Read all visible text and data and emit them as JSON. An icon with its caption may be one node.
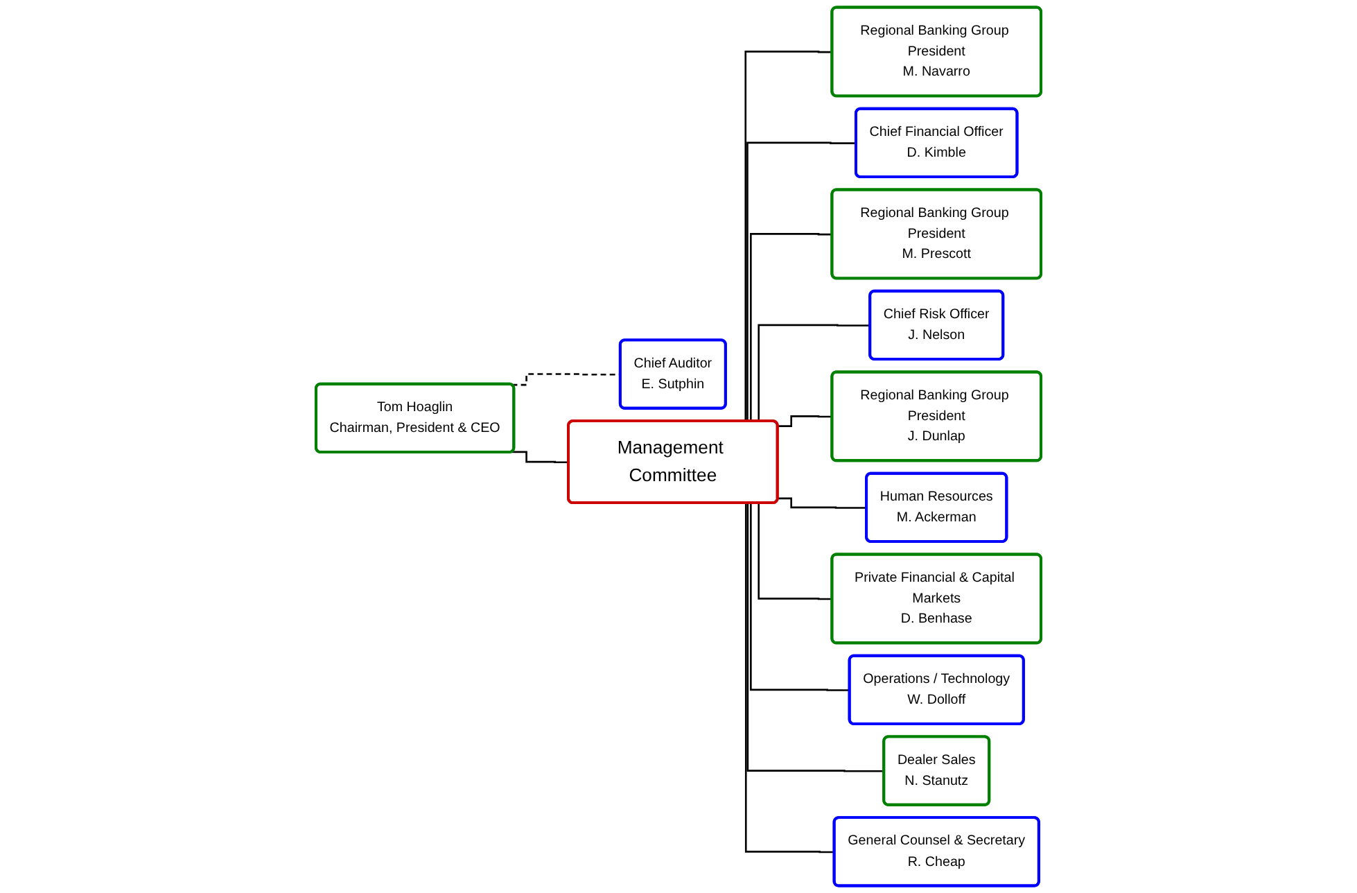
{
  "diagram": {
    "nodes": [
      {
        "text": [
          "Tom Hoaglin",
          "Chairman, President & CEO"
        ]
      },
      {
        "text": [
          "Chief Auditor",
          "E. Sutphin"
        ]
      },
      {
        "text": [
          "Management Committee"
        ]
      },
      {
        "text": [
          "Regional Banking Group President",
          "M. Navarro"
        ]
      },
      {
        "text": [
          "Chief Financial Officer",
          "D. Kimble"
        ]
      },
      {
        "text": [
          "Regional Banking Group President",
          "M. Prescott"
        ]
      },
      {
        "text": [
          "Chief Risk Officer",
          "J. Nelson"
        ]
      },
      {
        "text": [
          "Regional Banking Group President",
          "J. Dunlap"
        ]
      },
      {
        "text": [
          "Human Resources",
          "M. Ackerman"
        ]
      },
      {
        "text": [
          "Private Financial & Capital Markets",
          "D. Benhase"
        ]
      },
      {
        "text": [
          "Operations / Technology",
          "W. Dolloff"
        ]
      },
      {
        "text": [
          "Dealer Sales",
          "N. Stanutz"
        ]
      },
      {
        "text": [
          "General Counsel & Secretary",
          "R. Cheap"
        ]
      }
    ],
    "edges": [
      {
        "from": 0,
        "to": 1,
        "arrow": "none",
        "style": "dashed"
      },
      {
        "from": 0,
        "to": 2,
        "arrow": "none"
      },
      {
        "from": 2,
        "to": 3,
        "arrow": "none"
      },
      {
        "from": 2,
        "to": 4,
        "arrow": "none"
      },
      {
        "from": 2,
        "to": 5,
        "arrow": "none"
      },
      {
        "from": 2,
        "to": 6,
        "arrow": "none"
      },
      {
        "from": 2,
        "to": 7,
        "arrow": "none"
      },
      {
        "from": 2,
        "to": 8,
        "arrow": "none"
      },
      {
        "from": 2,
        "to": 9,
        "arrow": "none"
      },
      {
        "from": 2,
        "to": 10,
        "arrow": "none"
      },
      {
        "from": 2,
        "to": 11,
        "arrow": "none"
      },
      {
        "from": 2,
        "to": 12,
        "arrow": "none"
      }
    ]
  }
}
